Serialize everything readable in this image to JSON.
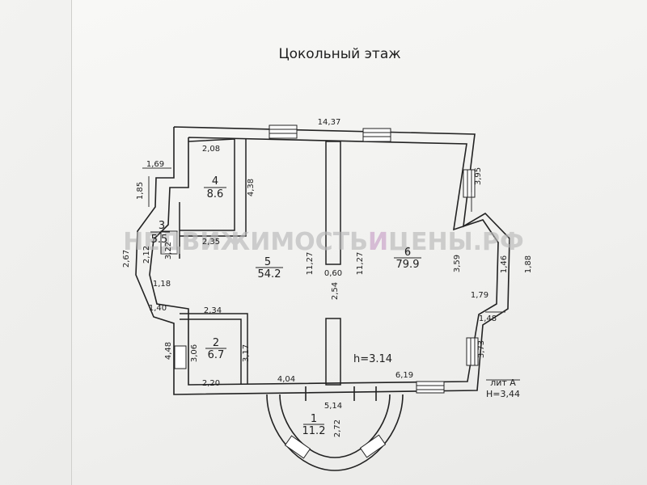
{
  "title": "Цокольный этаж",
  "watermark": {
    "part1": "НЕДВИЖИМОСТЬ",
    "part2": "И",
    "part3": "ЦЕНЫ.РФ",
    "accent": "#c8a0c8"
  },
  "stamp": {
    "lit": "лит А",
    "height": "Н=3,44"
  },
  "ceiling_height": "h=3.14",
  "rooms": [
    {
      "id": "1",
      "area": "11.2"
    },
    {
      "id": "2",
      "area": "6.7"
    },
    {
      "id": "3",
      "area": "5.5"
    },
    {
      "id": "4",
      "area": "8.6"
    },
    {
      "id": "5",
      "area": "54.2"
    },
    {
      "id": "6",
      "area": "79.9"
    }
  ],
  "dims": {
    "top_total": "14,37",
    "d_169": "1,69",
    "d_185": "1,85",
    "d_208": "2,08",
    "d_438": "4,38",
    "d_235": "2,35",
    "d_267": "2,67",
    "d_212": "2,12",
    "d_322": "3,22",
    "d_118": "1,18",
    "d_140": "1,40",
    "d_1127a": "11,27",
    "d_060": "0,60",
    "d_1127b": "11,27",
    "d_254": "2,54",
    "d_359": "3,59",
    "d_146": "1,46",
    "d_188": "1,88",
    "d_395": "3,95",
    "d_179": "1,79",
    "d_148": "1,48",
    "d_373": "3,73",
    "d_234": "2,34",
    "d_448": "4,48",
    "d_306": "3,06",
    "d_317": "3,17",
    "d_220": "2,20",
    "d_404": "4,04",
    "d_619": "6,19",
    "d_514": "5,14",
    "d_272": "2,72"
  }
}
